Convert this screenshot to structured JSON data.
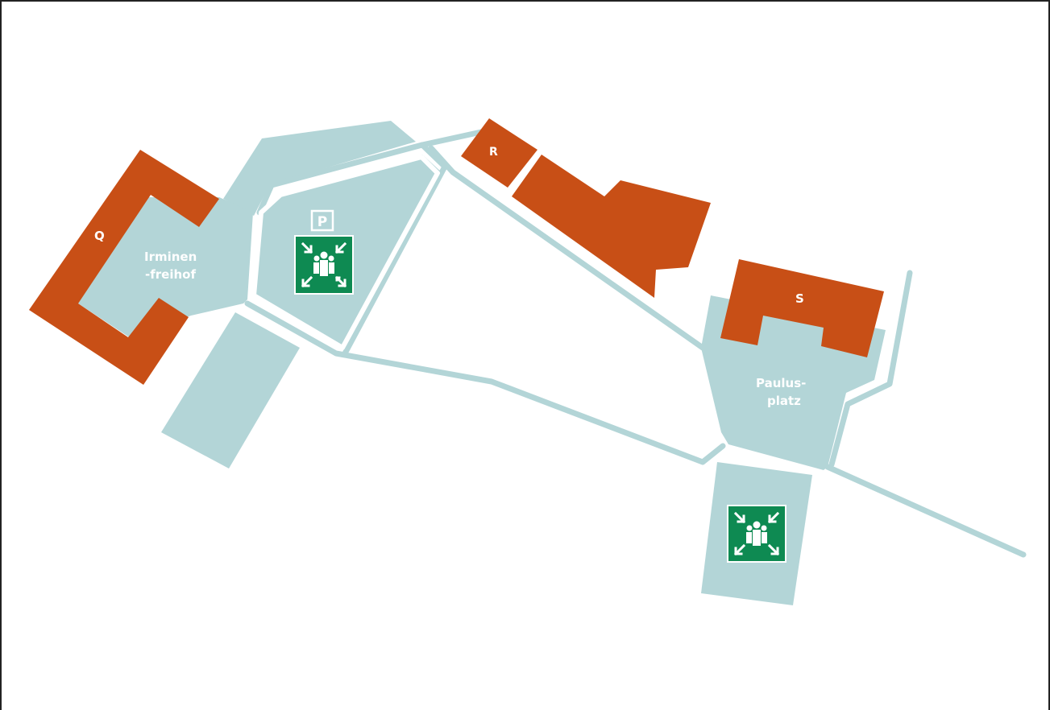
{
  "colors": {
    "building": "#c84f16",
    "open_area": "#b3d5d7",
    "assembly_sign": "#0e8a52",
    "white": "#ffffff"
  },
  "buildings": {
    "q": {
      "label": "Q"
    },
    "r": {
      "label": "R"
    },
    "s": {
      "label": "S"
    }
  },
  "places": {
    "irminenfreihof": {
      "line1": "Irminen",
      "line2": "-freihof"
    },
    "paulusplatz": {
      "line1": "Paulus-",
      "line2": "platz"
    }
  },
  "symbols": {
    "parking": {
      "label": "P",
      "icon": "parking-icon"
    },
    "assembly_points": [
      {
        "icon": "assembly-point-icon"
      },
      {
        "icon": "assembly-point-icon"
      }
    ]
  }
}
